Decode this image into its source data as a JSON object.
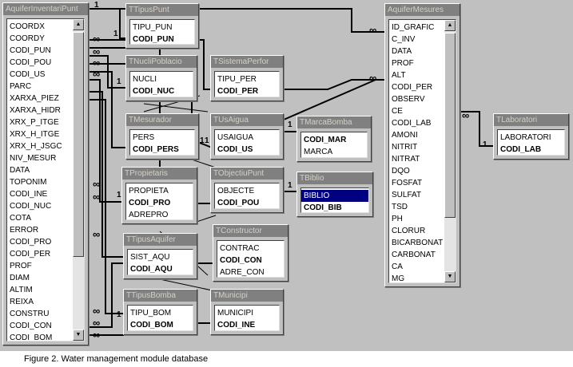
{
  "tables": {
    "aquifer_inventari": {
      "title": "AquiferInventariPunt",
      "fields": [
        "COORDX",
        "COORDY",
        "CODI_PUN",
        "CODI_POU",
        "CODI_US",
        "PARC",
        "XARXA_PIEZ",
        "XARXA_HIDR",
        "XRX_P_ITGE",
        "XRX_H_ITGE",
        "XRX_H_JSGC",
        "NIV_MESUR",
        "DATA",
        "TOPONIM",
        "CODI_INE",
        "CODI_NUC",
        "COTA",
        "ERROR",
        "CODI_PRO",
        "CODI_PER",
        "PROF",
        "DIAM",
        "ALTIM",
        "REIXA",
        "CONSTRU",
        "CODI_CON",
        "CODI_BOM"
      ]
    },
    "tipus_punt": {
      "title": "TTipusPunt",
      "fields": [
        "TIPU_PUN",
        "CODI_PUN"
      ]
    },
    "nucli_poblacio": {
      "title": "TNucliPoblacio",
      "fields": [
        "NUCLI",
        "CODI_NUC"
      ]
    },
    "sistema_perfor": {
      "title": "TSistemaPerfor",
      "fields": [
        "TIPU_PER",
        "CODI_PER"
      ]
    },
    "mesurador": {
      "title": "TMesurador",
      "fields": [
        "PERS",
        "CODI_PERS"
      ]
    },
    "us_aigua": {
      "title": "TUsAigua",
      "fields": [
        "USAIGUA",
        "CODI_US"
      ]
    },
    "marca_bomba": {
      "title": "TMarcaBomba",
      "fields": [
        "CODI_MAR",
        "MARCA"
      ]
    },
    "propietaris": {
      "title": "TPropietaris",
      "fields": [
        "PROPIETA",
        "CODI_PRO",
        "ADREPRO"
      ]
    },
    "objectiu_punt": {
      "title": "TObjectiuPunt",
      "fields": [
        "OBJECTE",
        "CODI_POU"
      ]
    },
    "biblio": {
      "title": "TBiblio",
      "fields": [
        "BIBLIO",
        "CODI_BIB"
      ]
    },
    "tipus_aquifer": {
      "title": "TTipusAquifer",
      "fields": [
        "SIST_AQU",
        "CODI_AQU"
      ]
    },
    "constructor": {
      "title": "TConstructor",
      "fields": [
        "CONTRAC",
        "CODI_CON",
        "ADRE_CON"
      ]
    },
    "tipus_bomba": {
      "title": "TTipusBomba",
      "fields": [
        "TIPU_BOM",
        "CODI_BOM"
      ]
    },
    "municipi": {
      "title": "TMunicipi",
      "fields": [
        "MUNICIPI",
        "CODI_INE"
      ]
    },
    "aquifer_mesures": {
      "title": "AquiferMesures",
      "fields": [
        "ID_GRAFIC",
        "C_INV",
        "DATA",
        "PROF",
        "ALT",
        "CODI_PER",
        "OBSERV",
        "CE",
        "CODI_LAB",
        "AMONI",
        "NITRIT",
        "NITRAT",
        "DQO",
        "FOSFAT",
        "SULFAT",
        "TSD",
        "PH",
        "CLORUR",
        "BICARBONAT",
        "CARBONAT",
        "CA",
        "MG"
      ]
    },
    "laboratori": {
      "title": "TLaboratori",
      "fields": [
        "LABORATORI",
        "CODI_LAB"
      ]
    }
  },
  "relationship_labels": {
    "one": "1",
    "many": "∞"
  },
  "caption": "Figure 2. Water management module database"
}
